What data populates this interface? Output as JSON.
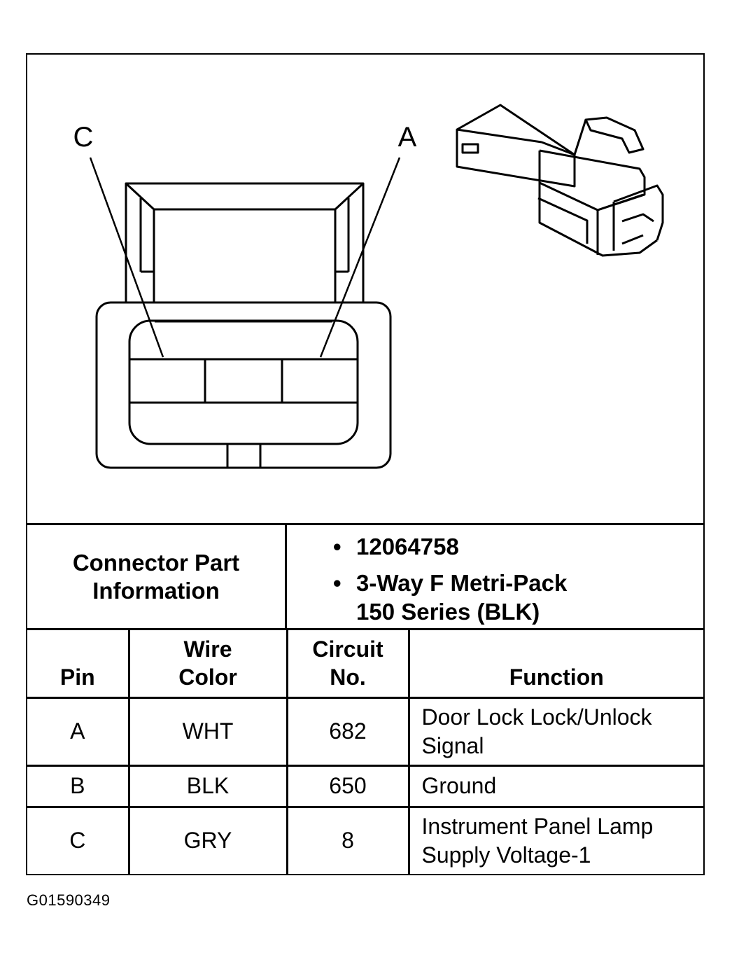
{
  "diagram": {
    "pin_labels": [
      "C",
      "A"
    ]
  },
  "connector_info": {
    "label_line1": "Connector Part",
    "label_line2": "Information",
    "bullet": "•",
    "part_number": "12064758",
    "description_line1": "3-Way F Metri-Pack",
    "description_line2": "150 Series (BLK)"
  },
  "table": {
    "headers": {
      "pin": "Pin",
      "wire_color_line1": "Wire",
      "wire_color_line2": "Color",
      "circuit_line1": "Circuit",
      "circuit_line2": "No.",
      "function": "Function"
    },
    "rows": [
      {
        "pin": "A",
        "wire_color": "WHT",
        "circuit": "682",
        "function_line1": "Door Lock Lock/Unlock",
        "function_line2": "Signal"
      },
      {
        "pin": "B",
        "wire_color": "BLK",
        "circuit": "650",
        "function_line1": "Ground",
        "function_line2": ""
      },
      {
        "pin": "C",
        "wire_color": "GRY",
        "circuit": "8",
        "function_line1": "Instrument Panel Lamp",
        "function_line2": "Supply Voltage-1"
      }
    ]
  },
  "figure_id": "G01590349"
}
